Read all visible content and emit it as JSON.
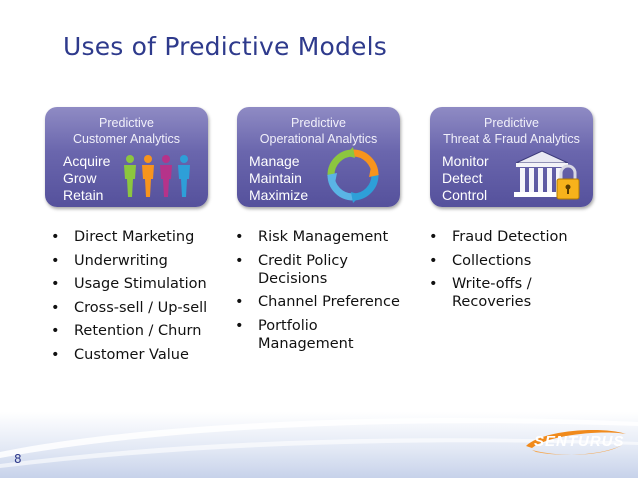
{
  "title": "Uses of Predictive Models",
  "page_number": "8",
  "brand": "SENTURUS",
  "columns": [
    {
      "heading_line1": "Predictive",
      "heading_line2": "Customer Analytics",
      "verbs": [
        "Acquire",
        "Grow",
        "Retain"
      ],
      "art": "people-icon",
      "bullets": [
        "Direct Marketing",
        "Underwriting",
        "Usage Stimulation",
        "Cross-sell / Up-sell",
        "Retention / Churn",
        "Customer Value"
      ]
    },
    {
      "heading_line1": "Predictive",
      "heading_line2": "Operational Analytics",
      "verbs": [
        "Manage",
        "Maintain",
        "Maximize"
      ],
      "art": "cycle-arrows-icon",
      "bullets": [
        "Risk Management",
        "Credit Policy Decisions",
        "Channel Preference",
        "Portfolio Management"
      ]
    },
    {
      "heading_line1": "Predictive",
      "heading_line2": "Threat & Fraud Analytics",
      "verbs": [
        "Monitor",
        "Detect",
        "Control"
      ],
      "art": "bank-lock-icon",
      "bullets": [
        "Fraud Detection",
        "Collections",
        "Write-offs / Recoveries"
      ]
    }
  ],
  "colors": {
    "title": "#2e3a8c",
    "box_top": "#8f8bc4",
    "box_bottom": "#55519c",
    "logo": "#f08a1c"
  }
}
